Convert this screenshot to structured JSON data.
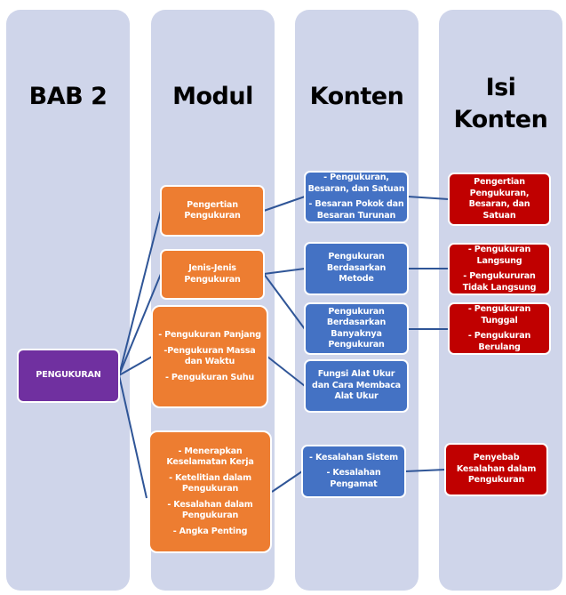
{
  "colors": {
    "column_bg": "#cfd5ea",
    "purple": "#7030a0",
    "orange": "#ed7d31",
    "blue": "#4472c4",
    "red": "#c00000",
    "connector": "#2f5597"
  },
  "columns": [
    {
      "title": "BAB 2"
    },
    {
      "title": "Modul"
    },
    {
      "title": "Konten"
    },
    {
      "title_line1": "Isi",
      "title_line2": "Konten"
    }
  ],
  "bab": {
    "label": "PENGUKURAN"
  },
  "modul": [
    {
      "lines": [
        "Pengertian",
        "Pengukuran"
      ]
    },
    {
      "lines": [
        "Jenis-Jenis",
        "Pengukuran"
      ]
    },
    {
      "items": [
        [
          "- Pengukuran Panjang"
        ],
        [
          "-Pengukuran Massa",
          "dan Waktu"
        ],
        [
          "- Pengukuran Suhu"
        ]
      ]
    },
    {
      "items": [
        [
          "- Menerapkan",
          "Keselamatan Kerja"
        ],
        [
          "- Ketelitian dalam",
          "Pengukuran"
        ],
        [
          "- Kesalahan dalam",
          "Pengukuran"
        ],
        [
          "- Angka Penting"
        ]
      ]
    }
  ],
  "konten": [
    {
      "items": [
        [
          "- Pengukuran,",
          "Besaran, dan Satuan"
        ],
        [
          "- Besaran Pokok dan",
          "Besaran Turunan"
        ]
      ]
    },
    {
      "lines": [
        "Pengukuran",
        "Berdasarkan",
        "Metode"
      ]
    },
    {
      "lines": [
        "Pengukuran",
        "Berdasarkan",
        "Banyaknya",
        "Pengukuran"
      ]
    },
    {
      "lines": [
        "Fungsi Alat Ukur",
        "dan Cara Membaca",
        "Alat Ukur"
      ]
    },
    {
      "items": [
        [
          "- Kesalahan Sistem"
        ],
        [
          "- Kesalahan",
          "Pengamat"
        ]
      ]
    }
  ],
  "isi_konten": [
    {
      "lines": [
        "Pengertian",
        "Pengukuran,",
        "Besaran, dan Satuan"
      ]
    },
    {
      "items": [
        [
          "- Pengukuran",
          "Langsung"
        ],
        [
          "- Pengukururan",
          "Tidak Langsung"
        ]
      ]
    },
    {
      "items": [
        [
          "- Pengukuran",
          "Tunggal"
        ],
        [
          "- Pengukuran",
          "Berulang"
        ]
      ]
    },
    {
      "lines": [
        "Penyebab",
        "Kesalahan dalam",
        "Pengukuran"
      ]
    }
  ]
}
